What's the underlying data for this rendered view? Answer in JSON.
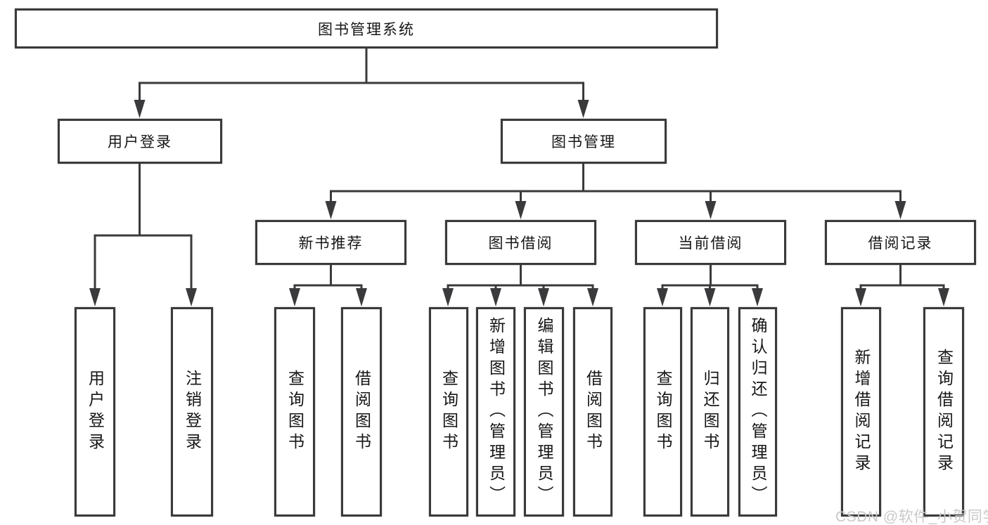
{
  "tree": {
    "root": {
      "label": "图书管理系统"
    },
    "children": [
      {
        "label": "用户登录",
        "children": [
          {
            "label": "用户登录"
          },
          {
            "label": "注销登录"
          }
        ]
      },
      {
        "label": "图书管理",
        "children": [
          {
            "label": "新书推荐",
            "children": [
              {
                "label": "查询图书"
              },
              {
                "label": "借阅图书"
              }
            ]
          },
          {
            "label": "图书借阅",
            "children": [
              {
                "label": "查询图书"
              },
              {
                "label": "新增图书（管理员）"
              },
              {
                "label": "编辑图书（管理员）"
              },
              {
                "label": "借阅图书"
              }
            ]
          },
          {
            "label": "当前借阅",
            "children": [
              {
                "label": "查询图书"
              },
              {
                "label": "归还图书"
              },
              {
                "label": "确认归还（管理员）"
              }
            ]
          },
          {
            "label": "借阅记录",
            "children": [
              {
                "label": "新增借阅记录"
              },
              {
                "label": "查询借阅记录"
              }
            ]
          }
        ]
      }
    ]
  },
  "watermark": "CSDN @软件_小贺同学",
  "colors": {
    "line": "#3a3a3c",
    "text": "#161616",
    "watermark": "#c9c9c9",
    "background": "#ffffff"
  }
}
